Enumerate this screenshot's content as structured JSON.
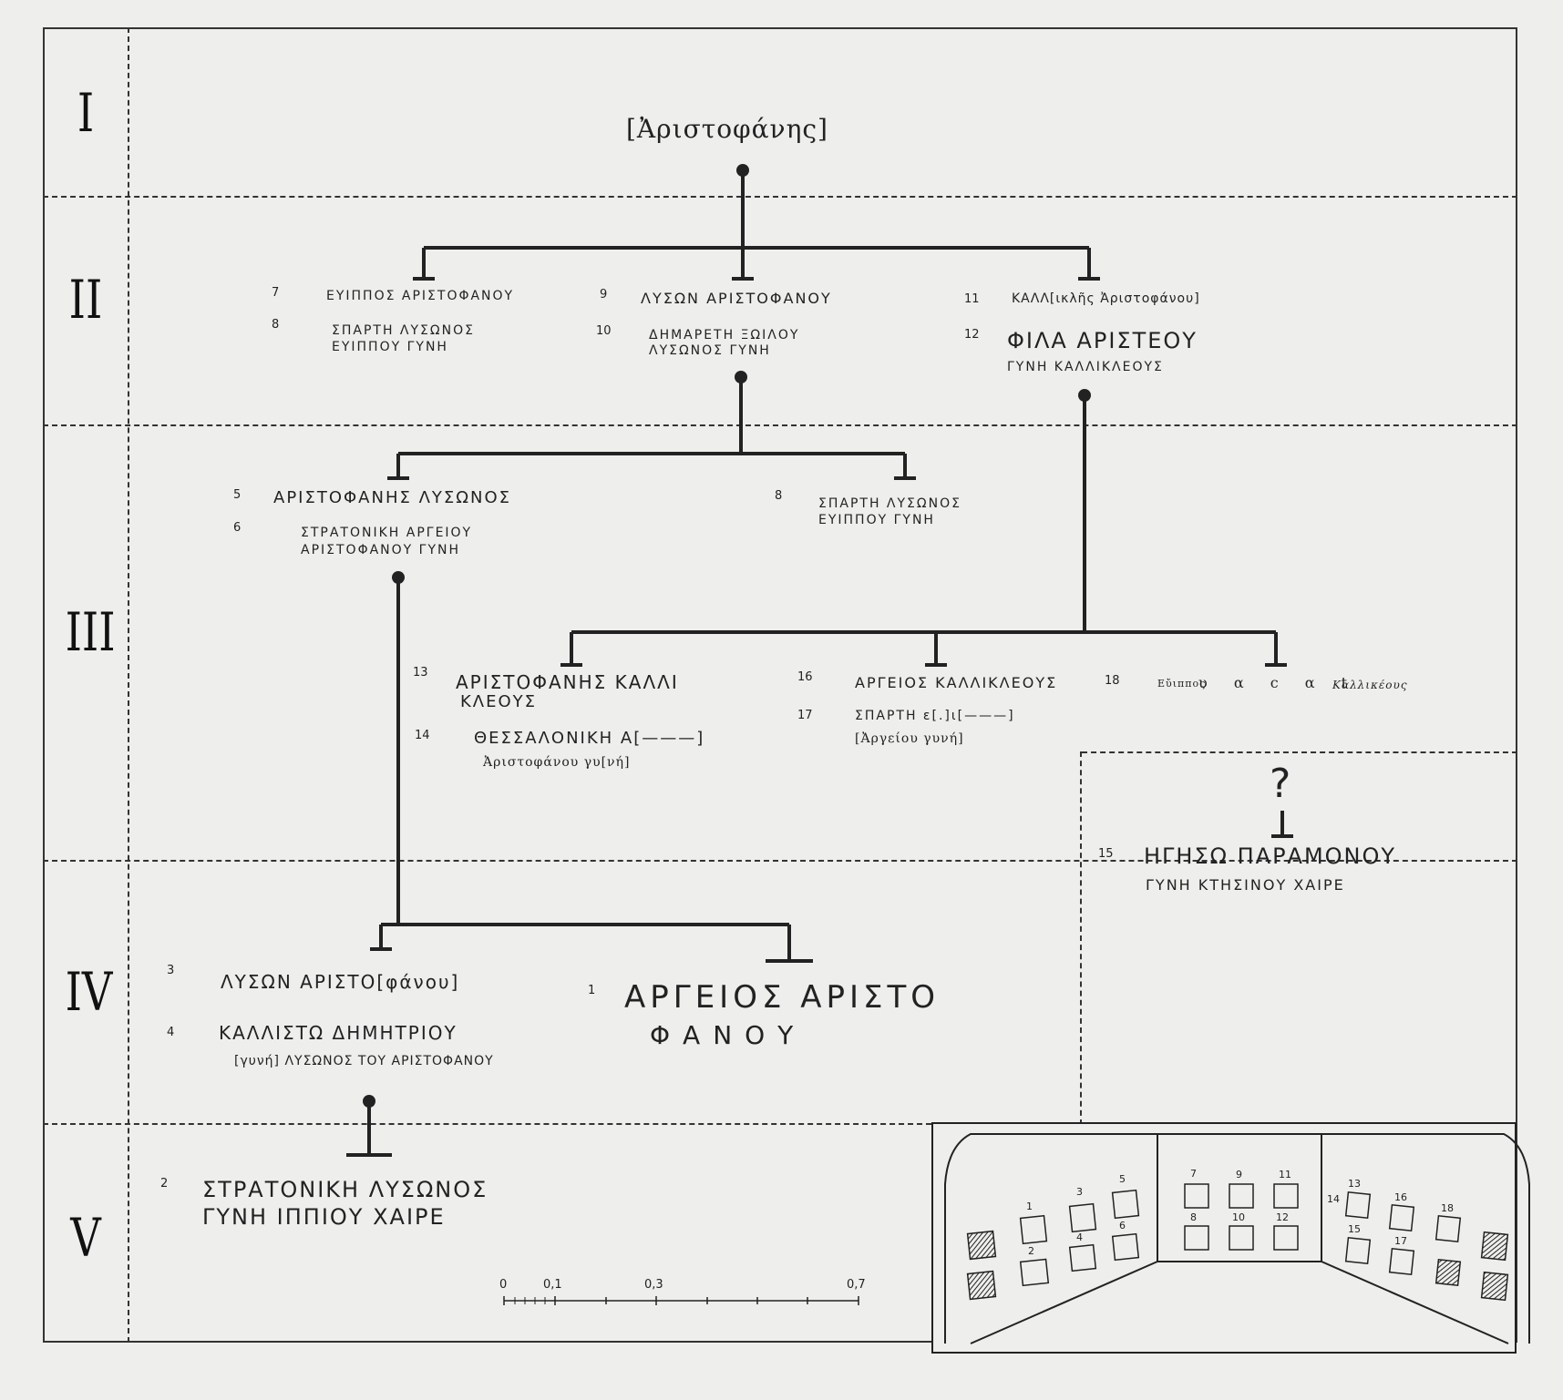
{
  "generations": [
    "I",
    "II",
    "III",
    "IV",
    "V"
  ],
  "root": {
    "name": "[Ἀριστοφάνης]"
  },
  "gen2": {
    "n7": "7",
    "t7": "ΕΥΙΠΠΟΣ ΑΡΙΣΤΟΦΑΝΟΥ",
    "n8": "8",
    "t8a": "ΣΠΑΡΤΗ ΛΥΣΩΝΟΣ",
    "t8b": "ΕΥΙΠΠΟΥ ΓΥΝΗ",
    "n9": "9",
    "t9": "ΛΥΣΩΝ ΑΡΙΣΤΟΦΑΝΟΥ",
    "n10": "10",
    "t10a": "ΔΗΜΑΡΕΤΗ ΞΩΙΛΟΥ",
    "t10b": "ΛΥΣΩΝΟΣ ΓΥΝΗ",
    "n11": "11",
    "t11": "ΚΑΛΛ[ικλῆς Ἀριστοφάνου]",
    "n12": "12",
    "t12a": "ΦΙΛΑ ΑΡΙΣΤΕΟΥ",
    "t12b": "ΓΥΝΗ ΚΑΛΛΙΚΛΕΟΥΣ"
  },
  "gen3": {
    "n5": "5",
    "t5": "ΑΡΙΣΤΟΦΑΝΗΣ ΛΥΣΩΝΟΣ",
    "n6": "6",
    "t6a": "ΣΤΡΑΤΟΝΙΚΗ ΑΡΓΕΙΟΥ",
    "t6b": "ΑΡΙΣΤΟΦΑΝΟΥ ΓΥΝΗ",
    "n8": "8",
    "t8a": "ΣΠΑΡΤΗ ΛΥΣΩΝΟΣ",
    "t8b": "ΕΥΙΠΠΟΥ ΓΥΝΗ",
    "n13": "13",
    "t13a": "ΑΡΙΣΤΟΦΑΝΗΣ ΚΑΛΛΙ",
    "t13b": "ΚΛΕΟΥΣ",
    "n14": "14",
    "t14a": "ΘΕΣΣΑΛΟΝΙΚΗ Α[———]",
    "t14b": "Ἀριστοφάνου γυ[νή]",
    "n16": "16",
    "t16": "ΑΡΓΕΙΟΣ ΚΑΛΛΙΚΛΕΟΥΣ",
    "n17": "17",
    "t17a": "ΣΠΑΡΤΗ ε[.]ι[———]",
    "t17b": "[Ἀργείου γυνή]",
    "n18": "18",
    "t18a": "Εὔιππος",
    "t18b": "υ α c α t",
    "t18c": "Καλλικέους"
  },
  "unknown": {
    "mark": "?",
    "n15": "15",
    "t15a": "ΗΓΗΣΩ ΠΑΡΑΜΟΝΟΥ",
    "t15b": "ΓΥΝΗ ΚΤΗΣΙΝΟΥ ΧΑΙΡΕ"
  },
  "gen4": {
    "n3": "3",
    "t3": "ΛΥΣΩΝ ΑΡΙΣΤΟ[φάνου]",
    "n4": "4",
    "t4a": "ΚΑΛΛΙΣΤΩ ΔΗΜΗΤΡΙΟΥ",
    "t4b": "[γυνή] ΛΥΣΩΝΟΣ ΤΟΥ ΑΡΙΣΤΟΦΑΝΟΥ",
    "n1": "1",
    "t1a": "ΑΡΓΕΙΟΣ ΑΡΙΣΤΟ",
    "t1b": "ΦΑΝΟΥ"
  },
  "gen5": {
    "n2": "2",
    "t2a": "ΣΤΡΑΤΟΝΙΚΗ ΛΥΣΩΝΟΣ",
    "t2b": "ΓΥΝΗ ΙΠΠΙΟΥ ΧΑΙΡΕ"
  },
  "scale": {
    "labels": [
      "0",
      "0,1",
      "0,3",
      "0,7"
    ]
  },
  "inset": {
    "labels": [
      "1",
      "2",
      "3",
      "4",
      "5",
      "6",
      "7",
      "8",
      "9",
      "10",
      "11",
      "12",
      "13",
      "14",
      "15",
      "16",
      "17",
      "18"
    ]
  }
}
